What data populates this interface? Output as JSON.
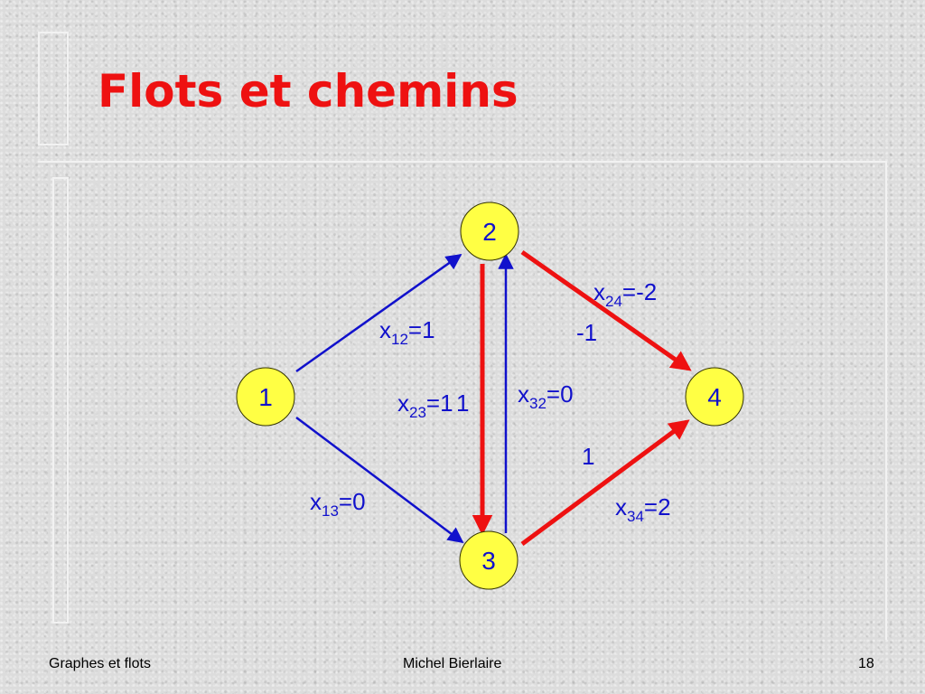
{
  "slide": {
    "title": "Flots et chemins"
  },
  "diagram": {
    "nodes": [
      {
        "id": "2",
        "label": "2"
      },
      {
        "id": "1",
        "label": "1"
      },
      {
        "id": "4",
        "label": "4"
      },
      {
        "id": "3",
        "label": "3"
      }
    ],
    "edges": [
      {
        "from": "1",
        "to": "2",
        "var": "x",
        "sub": "12",
        "rest": "=1"
      },
      {
        "from": "1",
        "to": "3",
        "var": "x",
        "sub": "13",
        "rest": "=0"
      },
      {
        "from": "2",
        "to": "3",
        "var": "x",
        "sub": "23",
        "rest": "=1"
      },
      {
        "from": "3",
        "to": "2",
        "var": "x",
        "sub": "32",
        "rest": "=0"
      },
      {
        "from": "2",
        "to": "4",
        "var": "x",
        "sub": "24",
        "rest": "=-2"
      },
      {
        "from": "3",
        "to": "4",
        "var": "x",
        "sub": "34",
        "rest": "=2"
      }
    ],
    "path_labels": {
      "edge_23": "1",
      "edge_24": "-1",
      "edge_34": "1"
    },
    "colors": {
      "node_fill": "#ffff44",
      "node_text": "#1111cc",
      "flow_edge": "#1111cc",
      "path_edge": "#ee1111",
      "label_text": "#1111cc",
      "title": "#ee1111"
    }
  },
  "footer": {
    "left": "Graphes et flots",
    "center": "Michel Bierlaire",
    "page": "18"
  }
}
